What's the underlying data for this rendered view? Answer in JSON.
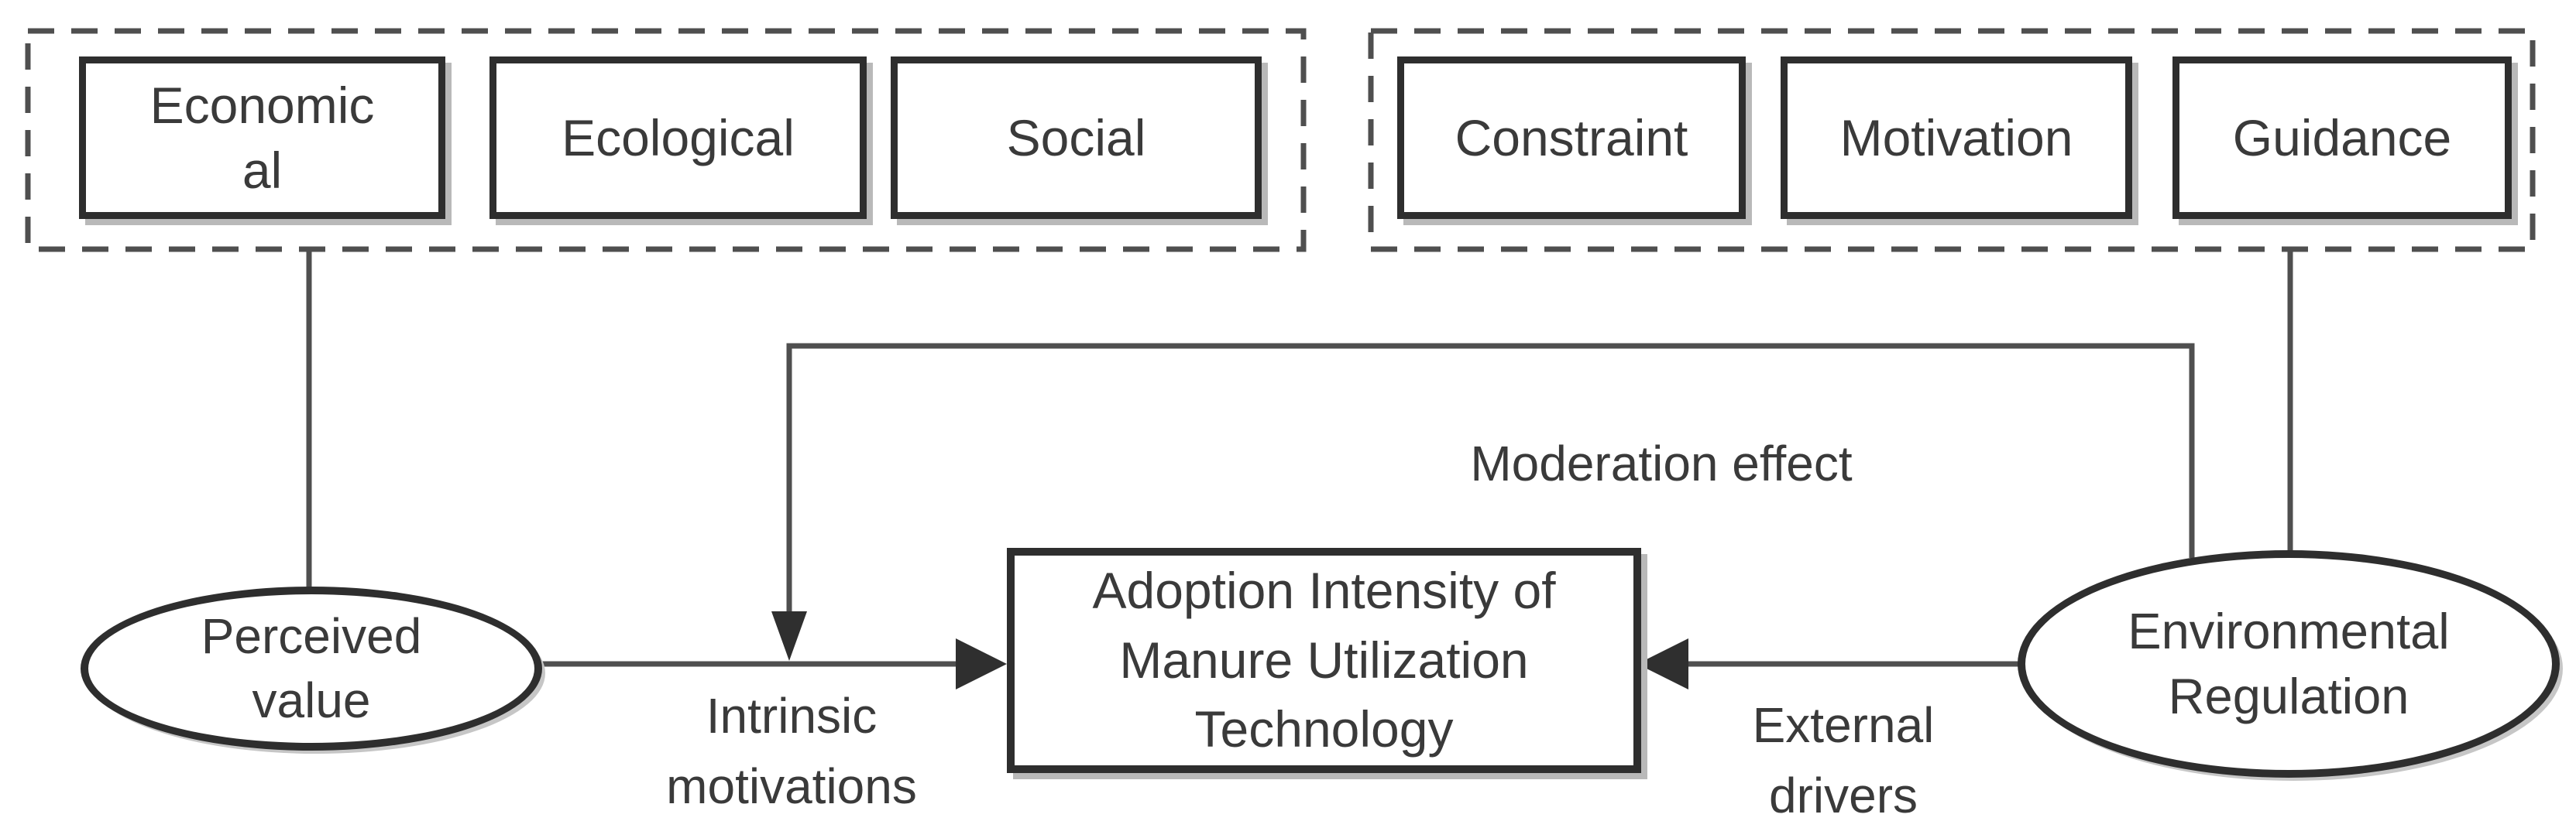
{
  "diagram": {
    "left_group": {
      "boxes": [
        {
          "label": "Economic\nal"
        },
        {
          "label": "Ecological"
        },
        {
          "label": "Social"
        }
      ]
    },
    "right_group": {
      "boxes": [
        {
          "label": "Constraint"
        },
        {
          "label": "Motivation"
        },
        {
          "label": "Guidance"
        }
      ]
    },
    "nodes": {
      "perceived_value": "Perceived\nvalue",
      "adoption_intensity": "Adoption Intensity of\nManure Utilization\nTechnology",
      "environmental_regulation": "Environmental\nRegulation"
    },
    "labels": {
      "moderation_effect": "Moderation effect",
      "intrinsic_motivations": "Intrinsic\nmotivations",
      "external_drivers": "External\ndrivers"
    },
    "colors": {
      "background": "#ffffff",
      "box_border": "#2e2e2e",
      "dashed_border": "#4f4f4f",
      "connector": "#4f4f4f",
      "arrowhead": "#2f2f2f",
      "text": "#3a3a3a"
    }
  }
}
